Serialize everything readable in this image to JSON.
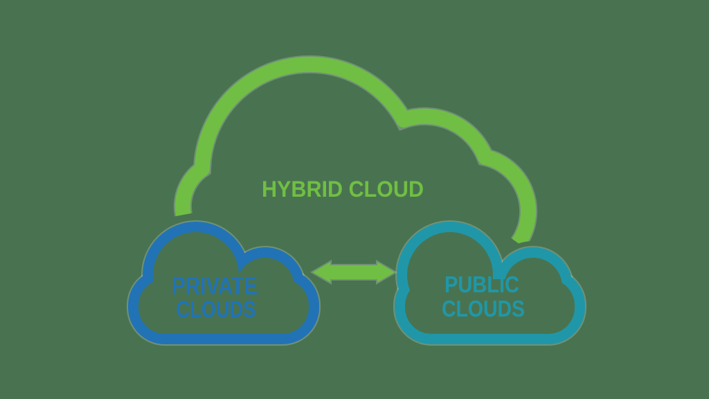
{
  "diagram": {
    "background_color": "#497350",
    "hybrid_cloud": {
      "shape": "cloud-outline",
      "label": "HYBRID CLOUD",
      "color": "#70bf44"
    },
    "private_clouds": {
      "shape": "cloud-outline",
      "label_line1": "PRIVATE",
      "label_line2": "CLOUDS",
      "color": "#2173b6"
    },
    "public_clouds": {
      "shape": "cloud-outline",
      "label_line1": "PUBLIC",
      "label_line2": "CLOUDS",
      "color": "#2097a8"
    },
    "arrow": {
      "shape": "double-headed-arrow",
      "direction": "bidirectional",
      "color": "#70bf44"
    }
  }
}
